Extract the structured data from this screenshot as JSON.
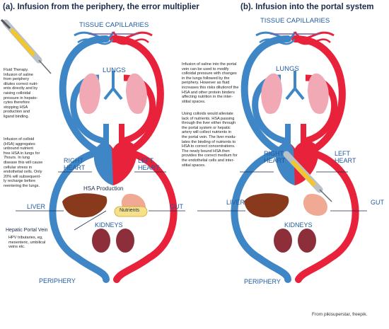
{
  "panel_a": {
    "title": "(a). Infusion from the periphery, the error multiplier",
    "labels": {
      "tissue_capillaries": "TISSUE CAPILLARIES",
      "lungs": "LUNGS",
      "right_heart_1": "RIGHT",
      "right_heart_2": "HEART",
      "left_heart_1": "LEFT",
      "left_heart_2": "HEART",
      "hsa_production": "HSA Production",
      "liver": "LIVER",
      "gut": "GUT",
      "nutrients": "Nutrients",
      "kidneys": "KIDNEYS",
      "periphery": "PERIPHERY",
      "hepatic_portal_vein": "Hepatic Portal Vein",
      "hpv_tributaries": "HPV tributaries,  eg,\nmesenteric, umbilical\nveins etc."
    },
    "text_1": "Fluid Therapy.\nInfusion of saline\nfrom periphery\ndilutes correct nutri-\nents directly and by\nraising colloidal\npressure in hepato-\ncytes therefore\nstopping HSA\nproduction and\nligand binding.",
    "text_2": "Infusion of colloid\n(HSA) aggregates\nunbound nutrient\nfree HSA in lungs for\n7hours. In lung\ndisease this will cause\ncellular stress in\nendothelial cells. Only\n20% will subsequent-\nly recharge before\nreentering the lungs."
  },
  "panel_b": {
    "title": "(b). Infusion into the portal system",
    "labels": {
      "tissue_capillaries": "TISSUE CAPILLARIES",
      "lungs": "LUNGS",
      "right_heart_1": "RIGHT",
      "right_heart_2": "HEART",
      "left_heart_1": "LEFT",
      "left_heart_2": "HEART",
      "liver": "LIVER",
      "gut": "GUT",
      "kidneys": "KIDNEYS",
      "periphery": "PERIPHERY"
    },
    "text_1": "Infusion of saline into the portal\nvein can be used to modify\ncolloidal pressure with changes\nin the lungs followed by the\nperiphery.  However as fluid\nincreases this risks dilutionof the\nHSA and other protein binders\naffecting nutrition in the inter-\nstitial spaces.",
    "text_2": "Using colloids would alleviate\nlack of nutrients. HSA passing\nthrough the liver either through\nthe portal system or hepatic\nartery will collect nutrients in\nthe portal vein. The liver modu-\nlates the binding of nutrients to\nHSA to correct concentrations.\nThe newly bound HSA then\nprovides the correct medium for\nthe endothelial cells and inter-\nstitial spaces."
  },
  "credit": "From pikisuperstar, freepik.",
  "colors": {
    "vein": "#3f86c6",
    "artery": "#e8223a",
    "label": "#1f5a9e",
    "liver": "#8a3a1c",
    "kidney": "#8c2f3a",
    "lung": "#f2a9b6"
  },
  "icons": [
    "syringe-icon",
    "lungs-icon",
    "heart-icon",
    "liver-icon",
    "stomach-icon",
    "kidneys-icon",
    "capillaries-icon"
  ]
}
